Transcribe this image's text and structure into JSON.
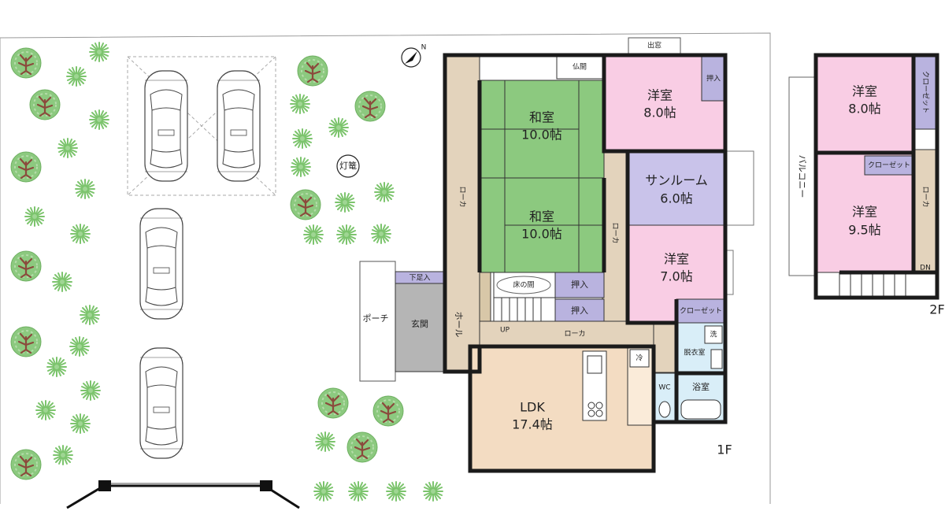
{
  "colors": {
    "washitsu": "#8cc97f",
    "youshitsu": "#f9cde4",
    "sunroom": "#c9c3ea",
    "storage": "#b9b3df",
    "corridor": "#e3d3bc",
    "ldk": "#f3dcc2",
    "genkan": "#b5b5b5",
    "wet": "#d9eef8",
    "tree_green": "#8cc97f",
    "tree_trunk": "#8b4a3c"
  },
  "floor1": {
    "label": "1F",
    "rooms": {
      "washitsu_upper": {
        "name": "和室",
        "size": "10.0帖"
      },
      "washitsu_lower": {
        "name": "和室",
        "size": "10.0帖"
      },
      "youshitsu_ne": {
        "name": "洋室",
        "size": "8.0帖"
      },
      "sunroom": {
        "name": "サンルーム",
        "size": "6.0帖"
      },
      "youshitsu_e": {
        "name": "洋室",
        "size": "7.0帖"
      },
      "ldk": {
        "name": "LDK",
        "size": "17.4帖"
      }
    },
    "labels": {
      "butsuma": "仏間",
      "demado": "出窓",
      "oshiire_top": "押入",
      "oshiire_1": "押入",
      "oshiire_2": "押入",
      "tokonoma": "床の間",
      "closet": "クローゼット",
      "dasshitsu": "脱衣室",
      "sentaku": "洗",
      "yokushitsu": "浴室",
      "wc": "WC",
      "reizouko": "冷",
      "genkan": "玄関",
      "getabako": "下足入",
      "porch": "ポーチ",
      "hall": "ホール",
      "roka_left": "ローカ",
      "roka_mid": "ローカ",
      "roka_bottom": "ローカ",
      "up": "UP"
    },
    "outdoor": {
      "toro": "灯篭"
    }
  },
  "floor2": {
    "label": "2F",
    "rooms": {
      "youshitsu_upper": {
        "name": "洋室",
        "size": "8.0帖"
      },
      "youshitsu_lower": {
        "name": "洋室",
        "size": "9.5帖"
      }
    },
    "labels": {
      "closet_side": "クローゼット",
      "closet_top": "クローゼット",
      "balcony": "バルコニー",
      "roka": "ローカ",
      "dn": "DN"
    }
  },
  "compass": {
    "north": "N"
  }
}
